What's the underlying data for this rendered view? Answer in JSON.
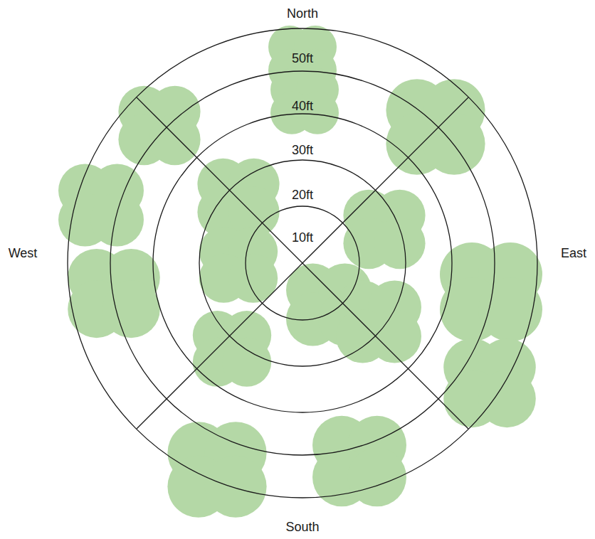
{
  "diagram": {
    "labels": [
      "North",
      "50ft",
      "40ft",
      "30ft",
      "20ft",
      "10ft",
      "West",
      "East",
      "South"
    ]
  }
}
